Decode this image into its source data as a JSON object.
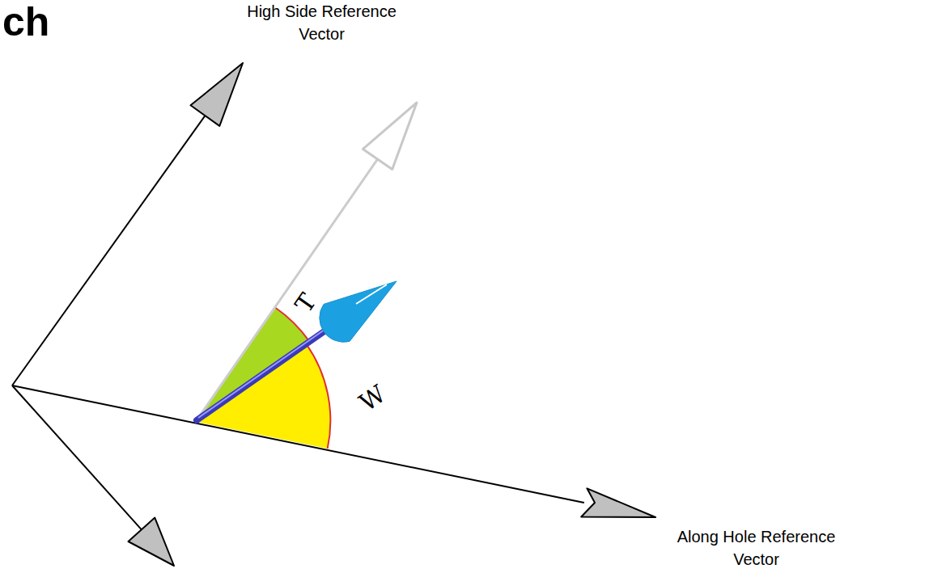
{
  "diagram": {
    "title": "ch",
    "labels": [
      "High Side Reference Vector",
      "Along Hole Reference Vector",
      "T",
      "W"
    ]
  }
}
